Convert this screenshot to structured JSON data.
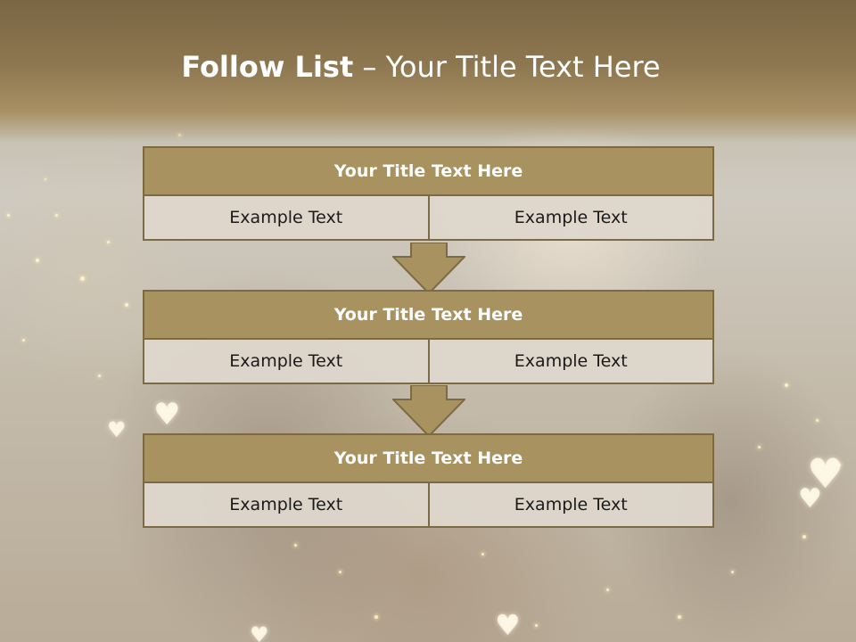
{
  "title": {
    "bold": "Follow List",
    "rest": " – Your Title Text Here"
  },
  "blocks": [
    {
      "title": "Your Title Text Here",
      "left": "Example Text",
      "right": "Example Text"
    },
    {
      "title": "Your Title Text Here",
      "left": "Example Text",
      "right": "Example Text"
    },
    {
      "title": "Your Title Text Here",
      "left": "Example Text",
      "right": "Example Text"
    }
  ],
  "colors": {
    "header_band": "#8d7750",
    "block_title_fill": "#a8925f",
    "block_border": "#7c6a45",
    "cell_fill": "#ded7cb",
    "arrow_fill": "#a8925f"
  }
}
